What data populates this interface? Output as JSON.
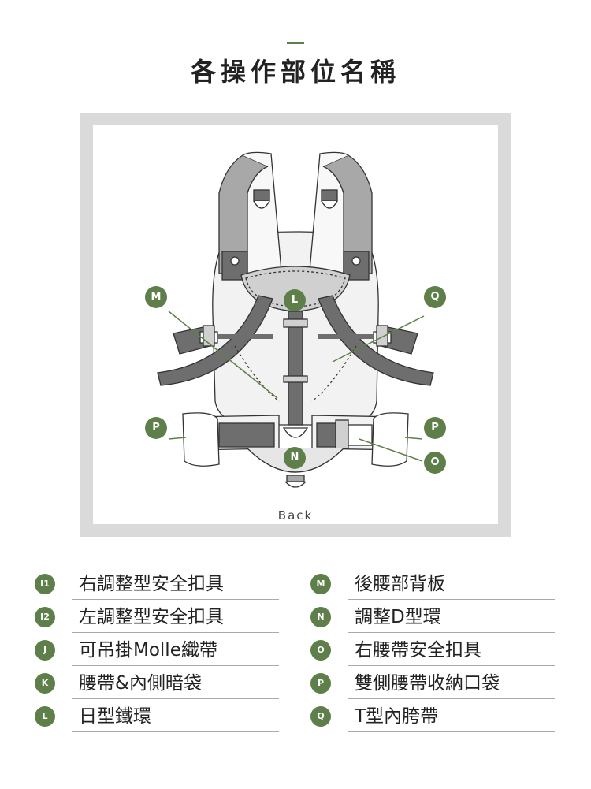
{
  "header": {
    "title": "各操作部位名稱"
  },
  "diagram": {
    "view_label": "Back",
    "markers": {
      "M": "M",
      "L": "L",
      "Q": "Q",
      "P_left": "P",
      "P_right": "P",
      "N": "N",
      "O": "O"
    }
  },
  "legend": {
    "left": [
      {
        "code": "I1",
        "label": "右調整型安全扣具"
      },
      {
        "code": "I2",
        "label": "左調整型安全扣具"
      },
      {
        "code": "J",
        "label": "可吊掛Molle織帶"
      },
      {
        "code": "K",
        "label": "腰帶&內側暗袋"
      },
      {
        "code": "L",
        "label": "日型鐵環"
      }
    ],
    "right": [
      {
        "code": "M",
        "label": "後腰部背板"
      },
      {
        "code": "N",
        "label": "調整D型環"
      },
      {
        "code": "O",
        "label": "右腰帶安全扣具"
      },
      {
        "code": "P",
        "label": "雙側腰帶收納口袋"
      },
      {
        "code": "Q",
        "label": "T型內胯帶"
      }
    ]
  },
  "colors": {
    "accent": "#5f7f4a",
    "frame": "#dadada",
    "strap_dark": "#6e6e6e",
    "strap_light": "#a8a8a8"
  }
}
